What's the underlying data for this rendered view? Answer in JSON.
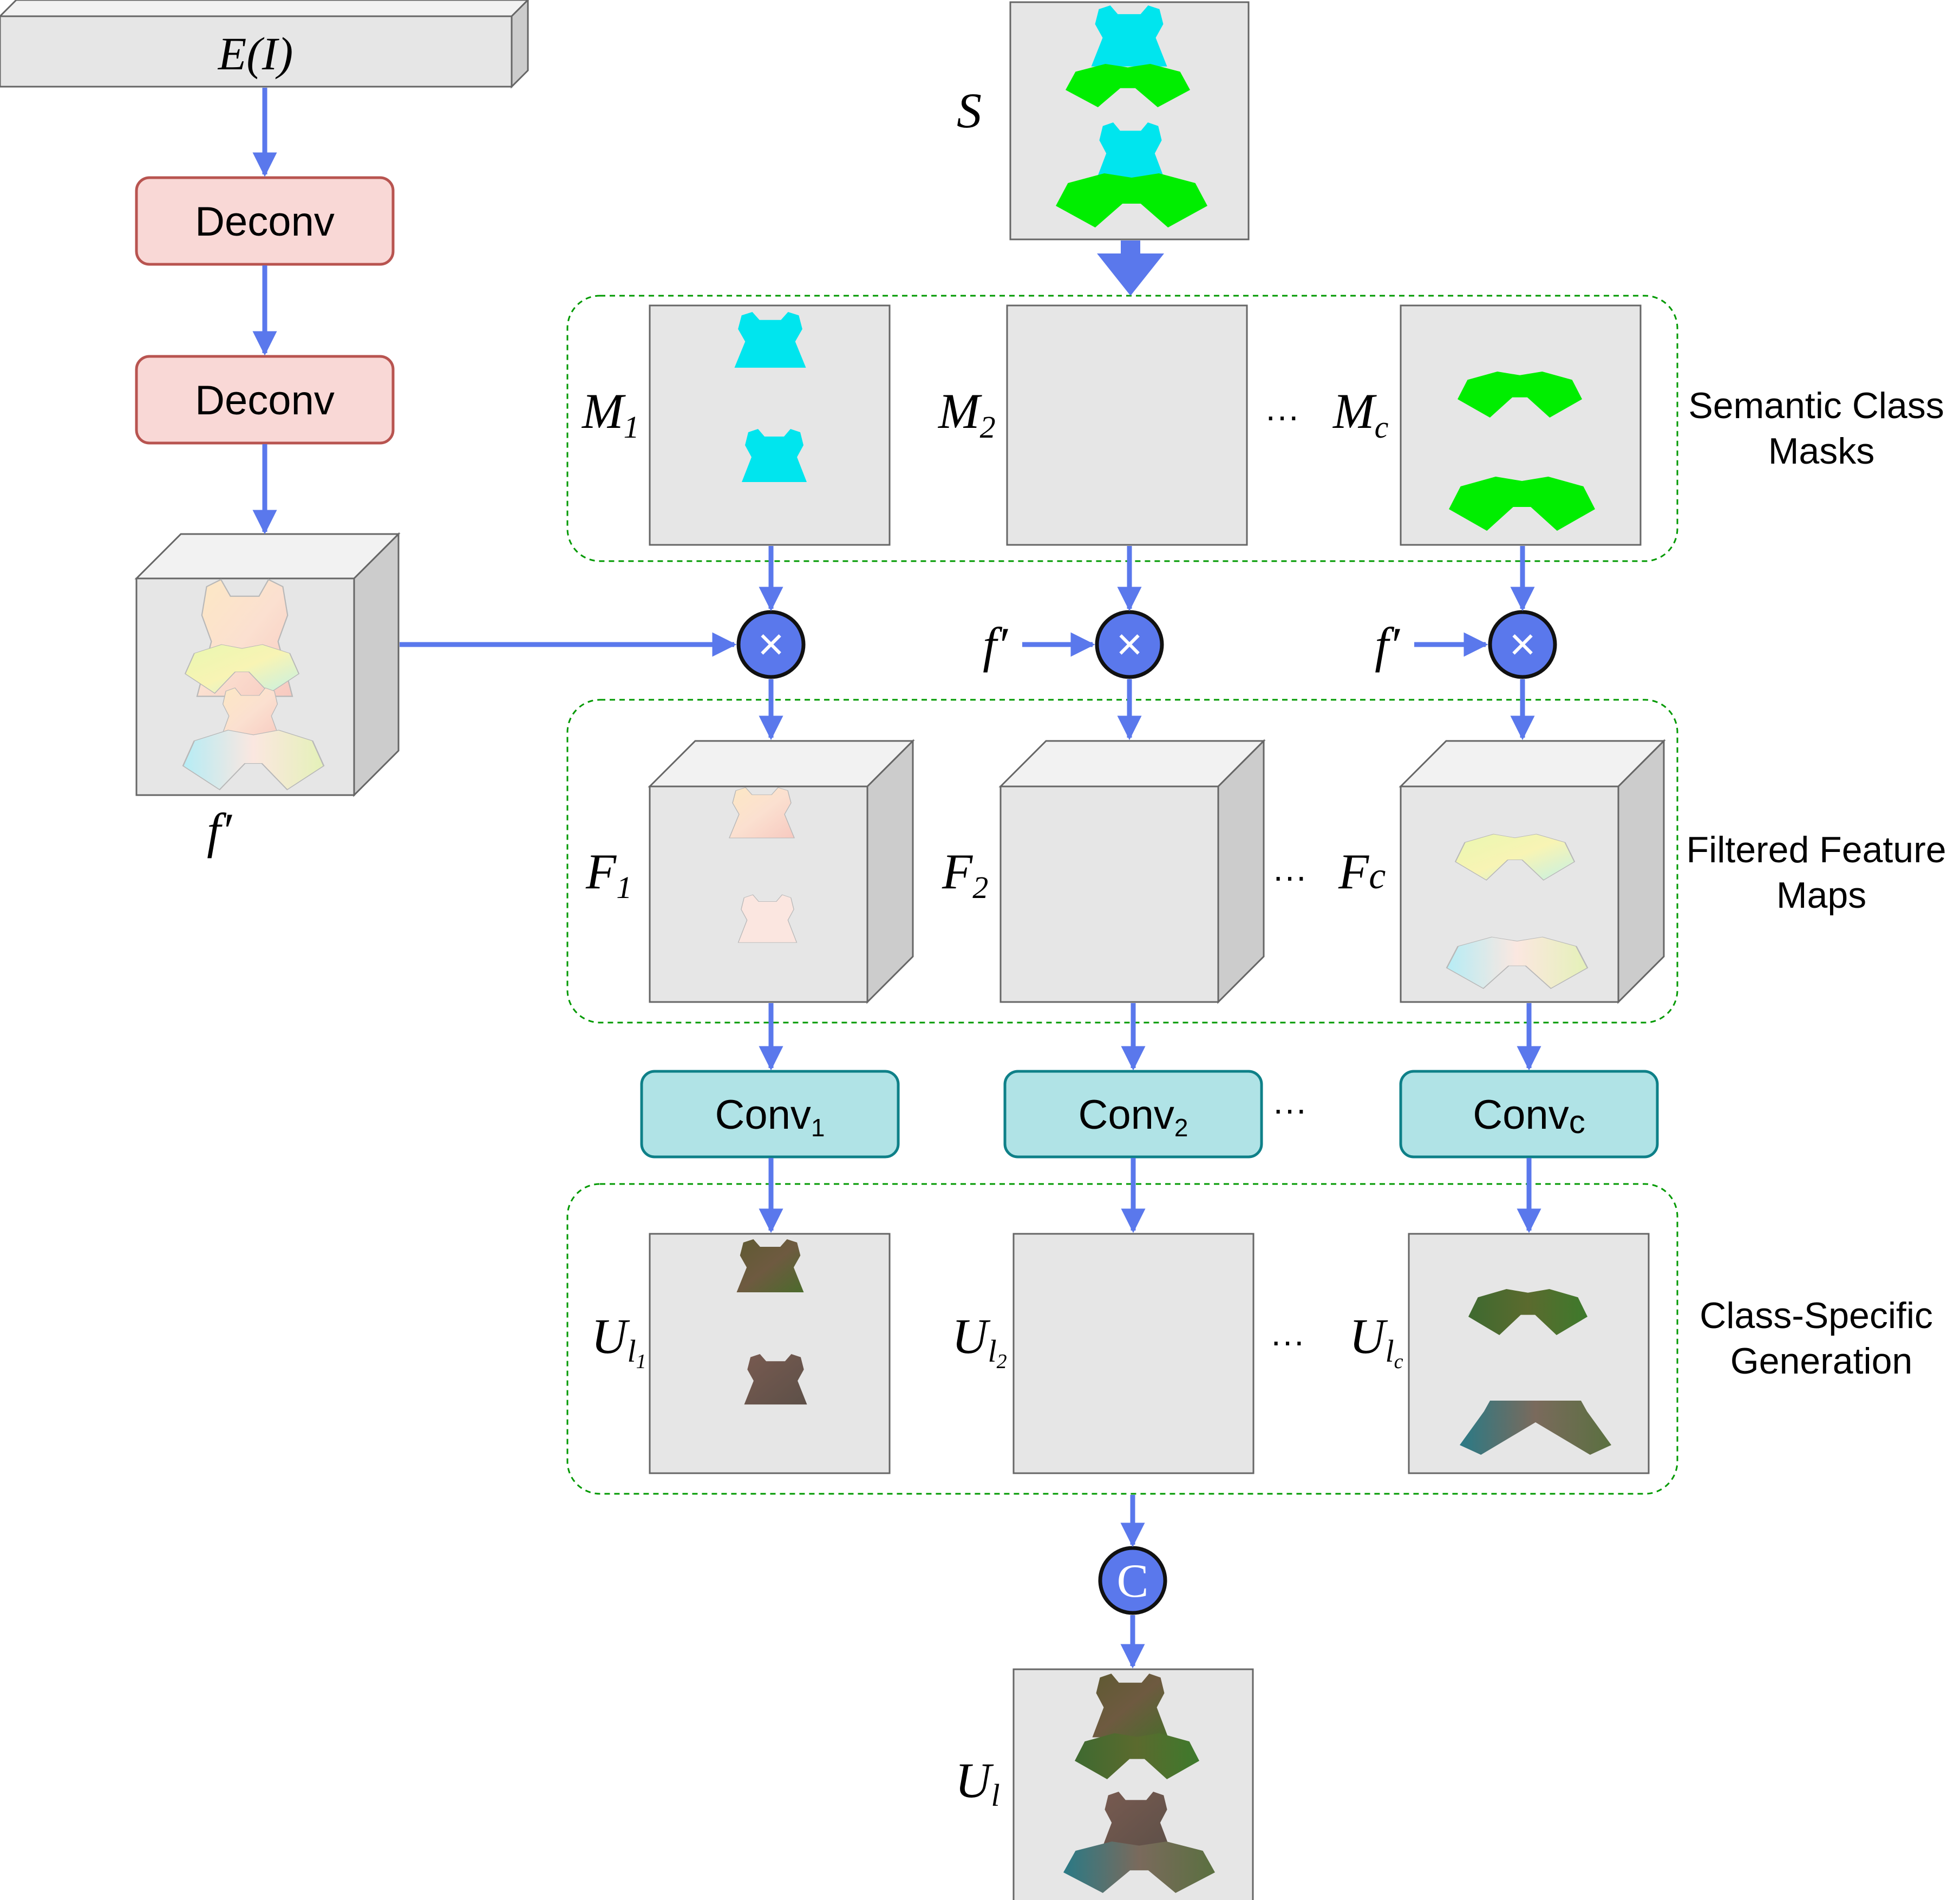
{
  "colors": {
    "arrow": "#5a78ec",
    "deconv_fill": "#f9d8d6",
    "deconv_stroke": "#b85450",
    "conv_fill": "#b0e3e6",
    "conv_stroke": "#0e8088",
    "panel_fill": "#e6e6e6",
    "panel_stroke": "#666666",
    "group_border": "#009900",
    "op_fill": "#5a78ec",
    "cyan_mask": "#00e5ee",
    "green_mask": "#00ee00"
  },
  "encoder": {
    "label": "E(I)"
  },
  "deconv": [
    {
      "label": "Deconv"
    },
    {
      "label": "Deconv"
    }
  ],
  "feature": {
    "label": "f′"
  },
  "segmentation": {
    "label": "S"
  },
  "groups": {
    "masks": {
      "caption": [
        "Semantic Class",
        "Masks"
      ]
    },
    "filtered": {
      "caption": [
        "Filtered Feature",
        "Maps"
      ]
    },
    "generation": {
      "caption": [
        "Class-Specific",
        "Generation"
      ]
    }
  },
  "masks": [
    {
      "base": "M",
      "sub": "1"
    },
    {
      "base": "M",
      "sub": "2"
    },
    {
      "base": "M",
      "sub": "c"
    }
  ],
  "multiply": {
    "symbol": "×",
    "inputs": [
      "f′",
      "f′"
    ]
  },
  "filtered_maps": [
    {
      "base": "F",
      "sub": "1"
    },
    {
      "base": "F",
      "sub": "2"
    },
    {
      "base": "F",
      "sub": "c"
    }
  ],
  "convs": [
    {
      "base": "Conv",
      "sub": "1"
    },
    {
      "base": "Conv",
      "sub": "2"
    },
    {
      "base": "Conv",
      "sub": "c"
    }
  ],
  "outputs": [
    {
      "base": "U",
      "sub": "l",
      "subsub": "1"
    },
    {
      "base": "U",
      "sub": "l",
      "subsub": "2"
    },
    {
      "base": "U",
      "sub": "l",
      "subsub": "c"
    }
  ],
  "concat": {
    "symbol": "C"
  },
  "final": {
    "base": "U",
    "sub": "l"
  },
  "ellipsis": "···"
}
